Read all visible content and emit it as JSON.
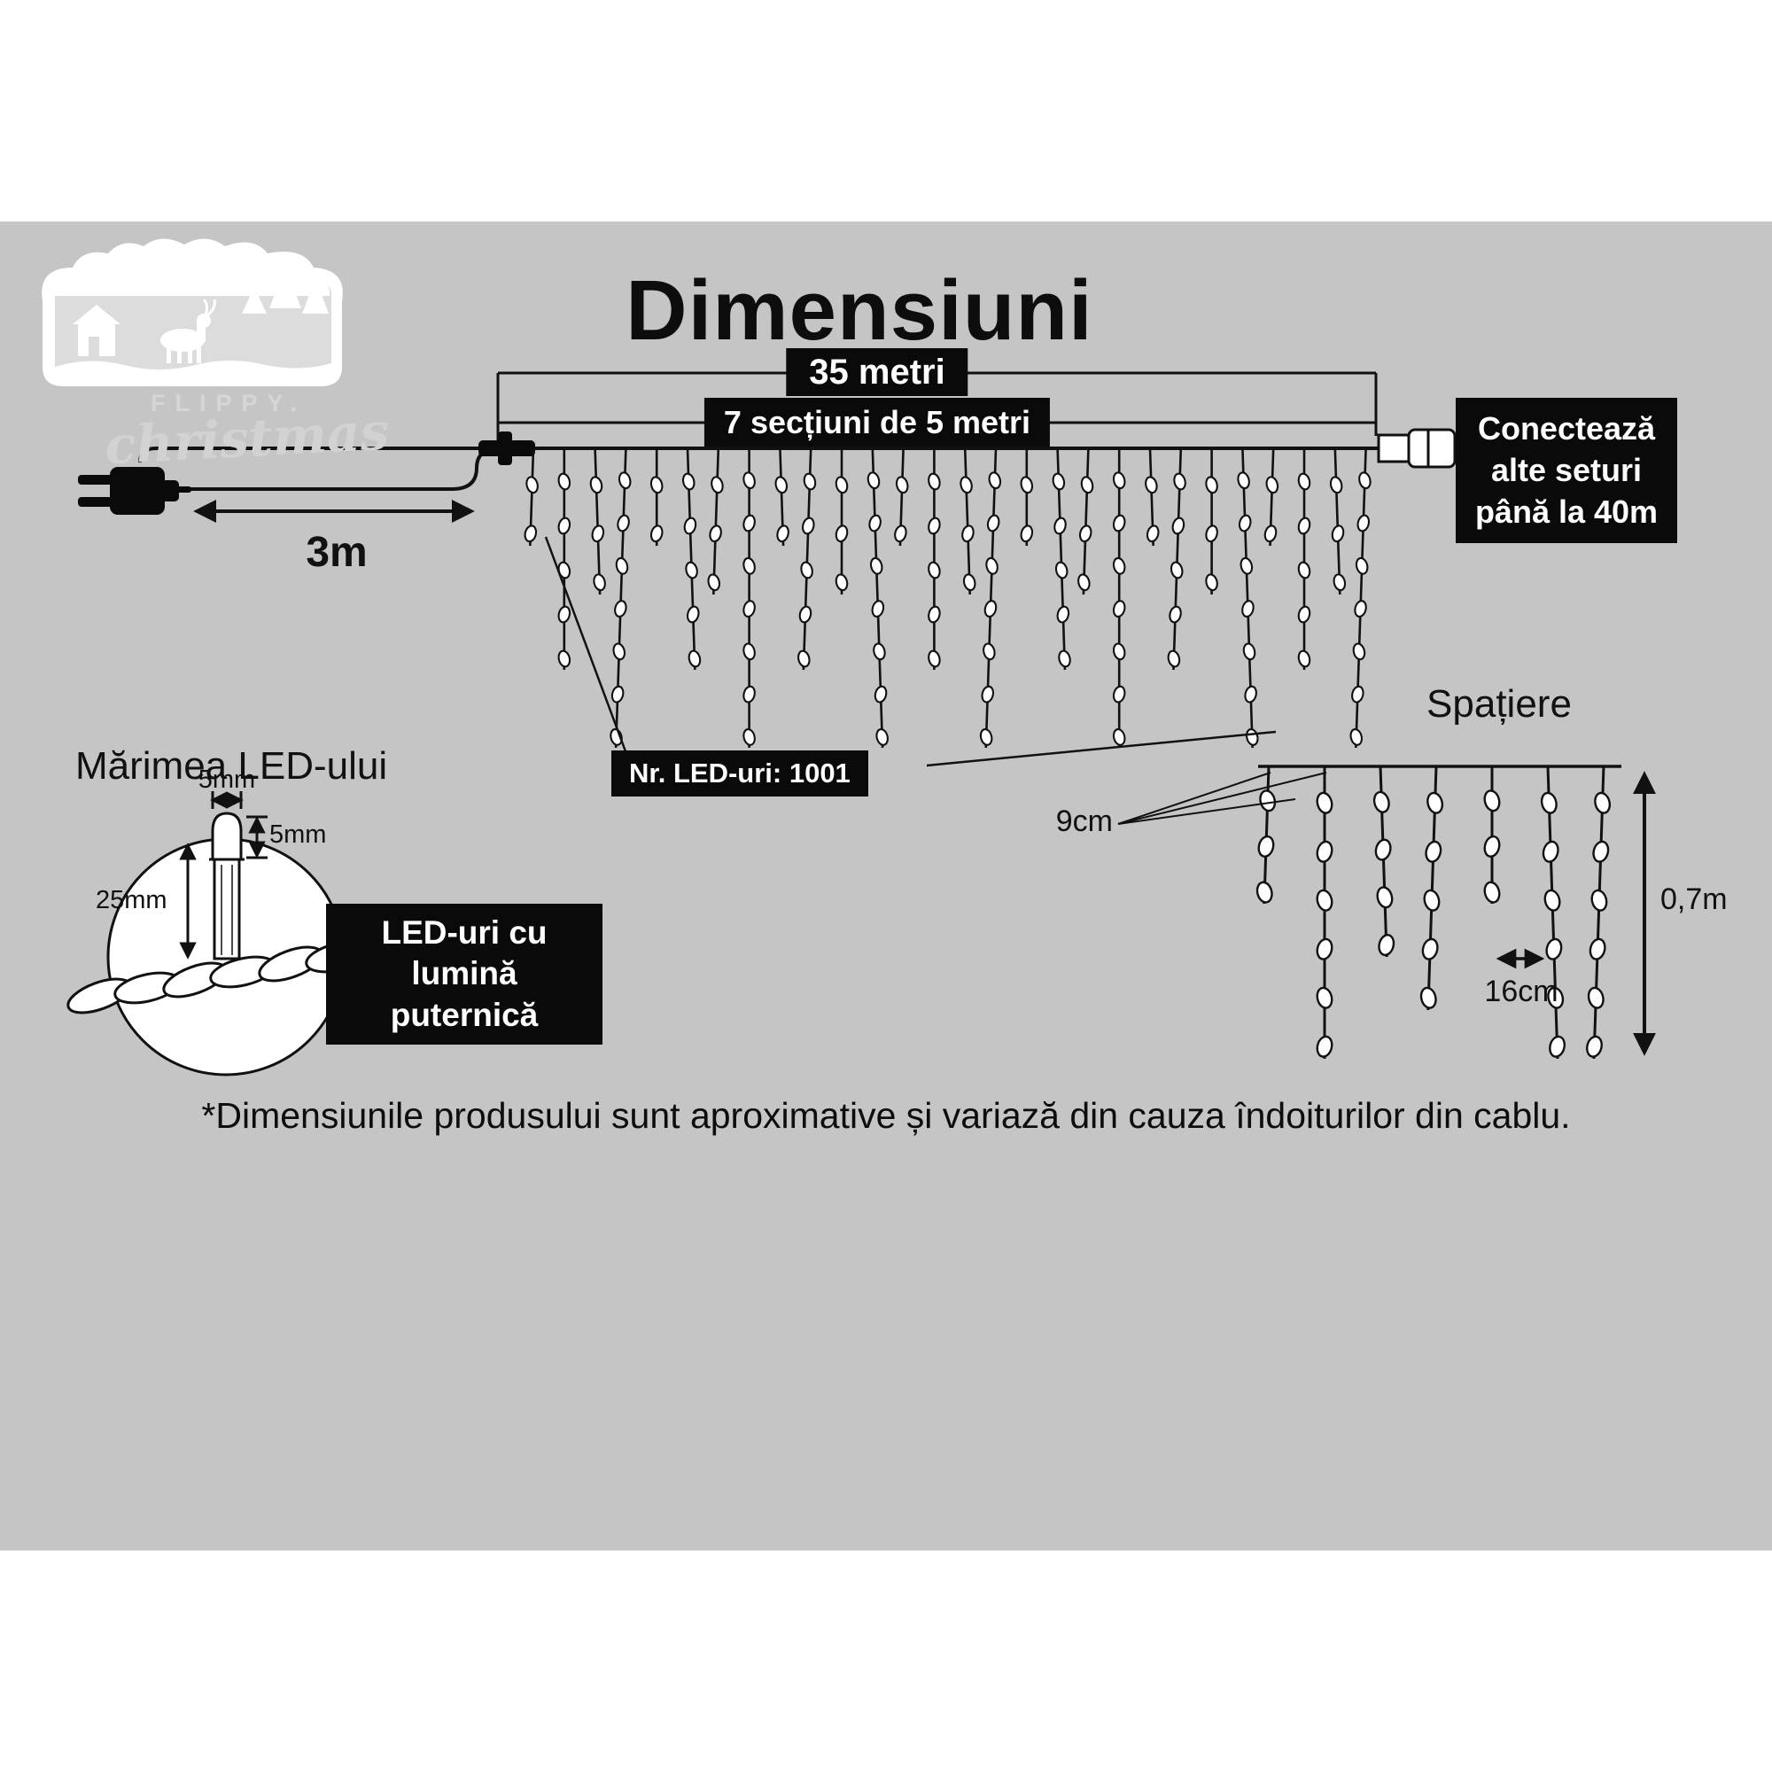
{
  "page": {
    "title": "Dimensiuni",
    "footnote": "*Dimensiunile produsului sunt aproximative și variază din cauza îndoiturilor din cablu."
  },
  "logo": {
    "brand": "FLIPPY.",
    "sub": "christmas"
  },
  "dimensions": {
    "total_length_label": "35 metri",
    "sections_label": "7 secțiuni de 5 metri",
    "lead_length_label": "3m",
    "connect_note_lines": [
      "Conectează",
      "alte seturi",
      "până la 40m"
    ],
    "led_count_label": "Nr. LED-uri: 1001"
  },
  "spacing": {
    "title": "Spațiere",
    "drop_spacing_label": "9cm",
    "led_spacing_label": "16cm",
    "drop_height_label": "0,7m"
  },
  "led_size": {
    "title": "Mărimea LED-ului",
    "width_label": "5mm",
    "head_height_label": "5mm",
    "body_height_label": "25mm",
    "callout_lines": [
      "LED-uri cu lumină",
      "puternică"
    ]
  },
  "colors": {
    "band": "#c5c5c5",
    "box_bg": "#0a0a0a",
    "box_text": "#ffffff",
    "ink": "#111111"
  }
}
